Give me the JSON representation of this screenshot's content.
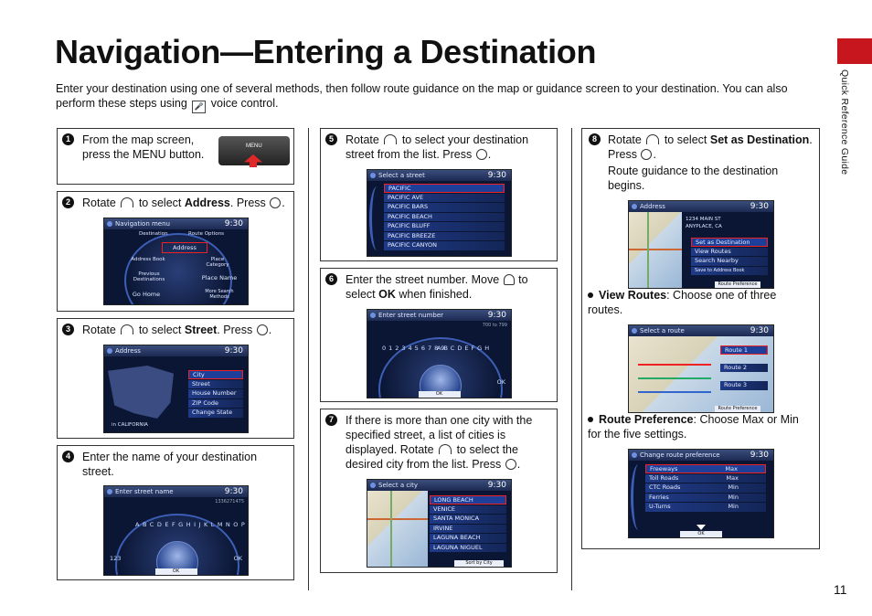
{
  "page": {
    "title": "Navigation—Entering a Destination",
    "intro_before_icon": "Enter your destination using one of several methods, then follow route guidance on the map or guidance screen to your destination. You can also perform these steps using",
    "intro_after_icon": "voice control.",
    "side_tab": "Quick Reference Guide",
    "page_number": "11"
  },
  "steps": {
    "s1": {
      "num": "1",
      "text": "From the map screen, press the MENU button.",
      "menu_label": "MENU"
    },
    "s2": {
      "num": "2",
      "pre": "Rotate",
      "mid": "to select",
      "bold": "Address",
      "post": ". Press"
    },
    "s3": {
      "num": "3",
      "pre": "Rotate",
      "mid": "to select",
      "bold": "Street",
      "post": ". Press"
    },
    "s4": {
      "num": "4",
      "text": "Enter the name of your destination street."
    },
    "s5": {
      "num": "5",
      "pre": "Rotate",
      "post": "to select your destination street from the list. Press"
    },
    "s6": {
      "num": "6",
      "pre": "Enter the street number. Move",
      "mid": "to select",
      "bold": "OK",
      "post": "when finished."
    },
    "s7": {
      "num": "7",
      "pre": "If there is more than one city with the specified street, a list of cities is displayed. Rotate",
      "post": "to select the desired city from the list. Press"
    },
    "s8": {
      "num": "8",
      "pre": "Rotate",
      "mid": "to select",
      "bold": "Set as Destination",
      "post": ". Press",
      "line2": "Route guidance to the destination begins."
    }
  },
  "bullets": {
    "view_routes": {
      "bold": "View Routes",
      "text": ": Choose one of three routes."
    },
    "route_pref": {
      "bold": "Route Preference",
      "text": ": Choose Max or Min for the five settings."
    }
  },
  "screens": {
    "clock": "9:30",
    "nav_menu": {
      "title": "Navigation menu",
      "tabs": [
        "Destination",
        "Route Options"
      ],
      "items": [
        "Address",
        "Address Book",
        "Place Category",
        "Previous Destinations",
        "Place Name",
        "Go Home",
        "More Search Methods"
      ]
    },
    "address": {
      "title": "Address",
      "items": [
        "City",
        "Street",
        "House Number",
        "ZIP Code",
        "Change State"
      ],
      "footer": "in CALIFORNIA"
    },
    "enter_street": {
      "title": "Enter street name",
      "count": "1336271475",
      "letters": "ABCDEFGHIJKLMNOP",
      "ok": "OK",
      "num": "123"
    },
    "select_street": {
      "title": "Select a street",
      "items": [
        "PACIFIC",
        "PACIFIC AVE",
        "PACIFIC BARS",
        "PACIFIC BEACH",
        "PACIFIC BLUFF",
        "PACIFIC BREEZE",
        "PACIFIC CANYON"
      ]
    },
    "enter_number": {
      "title": "Enter street number",
      "range": "700 to 799",
      "digits": "0123456789",
      "letters": "ABCDEFGH",
      "ok": "OK"
    },
    "select_city": {
      "title": "Select a city",
      "items": [
        "LONG BEACH",
        "VENICE",
        "SANTA MONICA",
        "IRVINE",
        "LAGUNA BEACH",
        "LAGUNA NIGUEL"
      ],
      "footer": "Sort by City"
    },
    "address_confirm": {
      "title": "Address",
      "addr1": "1234 MAIN ST",
      "addr2": "ANYPLACE, CA",
      "items": [
        "Set as Destination",
        "View Routes",
        "Search Nearby",
        "Save to Address Book"
      ],
      "footer": "Route Preference"
    },
    "select_route": {
      "title": "Select a route",
      "routes": [
        "Route 1",
        "Route 2",
        "Route 3"
      ],
      "footer": "Route Preference"
    },
    "change_pref": {
      "title": "Change route preference",
      "rows": [
        [
          "Freeways",
          "Max"
        ],
        [
          "Toll Roads",
          "Max"
        ],
        [
          "CTC Roads",
          "Min"
        ],
        [
          "Ferries",
          "Min"
        ],
        [
          "U-Turns",
          "Min"
        ]
      ],
      "ok": "OK"
    }
  },
  "colors": {
    "accent_red": "#c8161e",
    "screen_bg": "#0b1634",
    "highlight": "#e22"
  }
}
